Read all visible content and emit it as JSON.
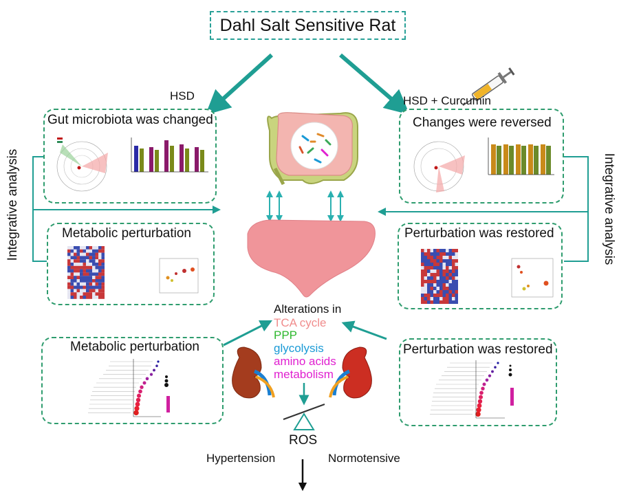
{
  "title": "Dahl Salt Sensitive Rat",
  "branches": {
    "left": "HSD",
    "right": "HSD + Curcumin"
  },
  "side_labels": {
    "left": "Integrative analysis",
    "right": "Integrative analysis"
  },
  "panels": {
    "gut_left": "Gut microbiota was changed",
    "gut_right": "Changes were reversed",
    "metab_left": "Metabolic perturbation",
    "metab_right": "Perturbation was restored",
    "pathway_left": "Metabolic perturbation",
    "pathway_right": "Perturbation was restored"
  },
  "alterations": {
    "heading": "Alterations in",
    "items": [
      {
        "text": "TCA cycle",
        "color": "#f08c8c"
      },
      {
        "text": "PPP",
        "color": "#2eb82e"
      },
      {
        "text": "glycolysis",
        "color": "#1a9ad6"
      },
      {
        "text": "amino acids",
        "color": "#e020d0"
      },
      {
        "text": "metabolism",
        "color": "#e020d0"
      }
    ]
  },
  "ros": "ROS",
  "outcomes": {
    "left": "Hypertension",
    "right": "Normotensive"
  },
  "colors": {
    "teal_arrow": "#1f9e93",
    "panel_border": "#2e9c6e",
    "liver": "#f0959a",
    "kidney": "#b5321f"
  },
  "icons": [
    "syringe-icon",
    "intestine-icon",
    "liver-icon",
    "kidney-icon",
    "balance-scale-icon"
  ]
}
